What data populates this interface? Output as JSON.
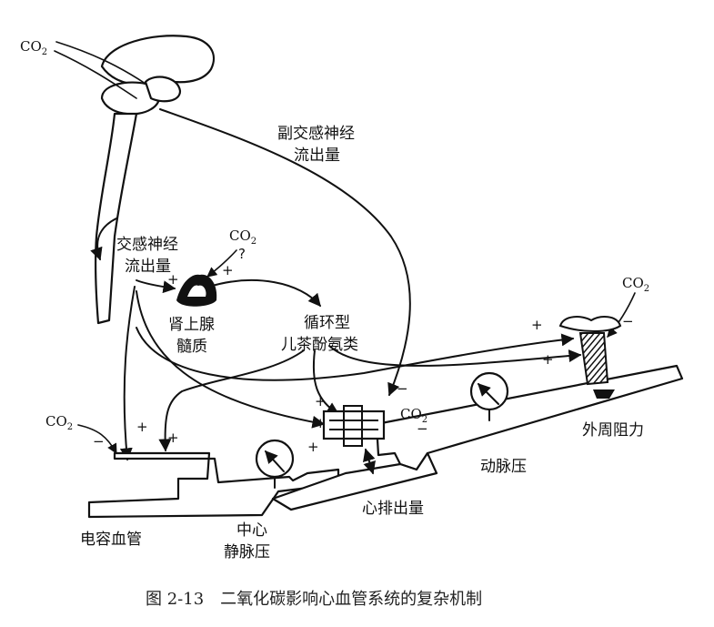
{
  "labels": {
    "parasympathetic_1": "副交感神经",
    "parasympathetic_2": "流出量",
    "sympathetic_1": "交感神经",
    "sympathetic_2": "流出量",
    "adrenal_1": "肾上腺",
    "adrenal_2": "髓质",
    "catecholamine_1": "循环型",
    "catecholamine_2": "儿茶酚氨类",
    "peripheral_resistance": "外周阻力",
    "arterial_pressure": "动脉压",
    "cardiac_output": "心排出量",
    "central_1": "中心",
    "central_2": "静脉压",
    "capacitance": "电容血管"
  },
  "co2": {
    "main": "CO",
    "subscript": "2"
  },
  "question_mark": "?",
  "signs": {
    "plus": "+",
    "minus": "−"
  },
  "caption": "图 2-13　二氧化碳影响心血管系统的复杂机制"
}
